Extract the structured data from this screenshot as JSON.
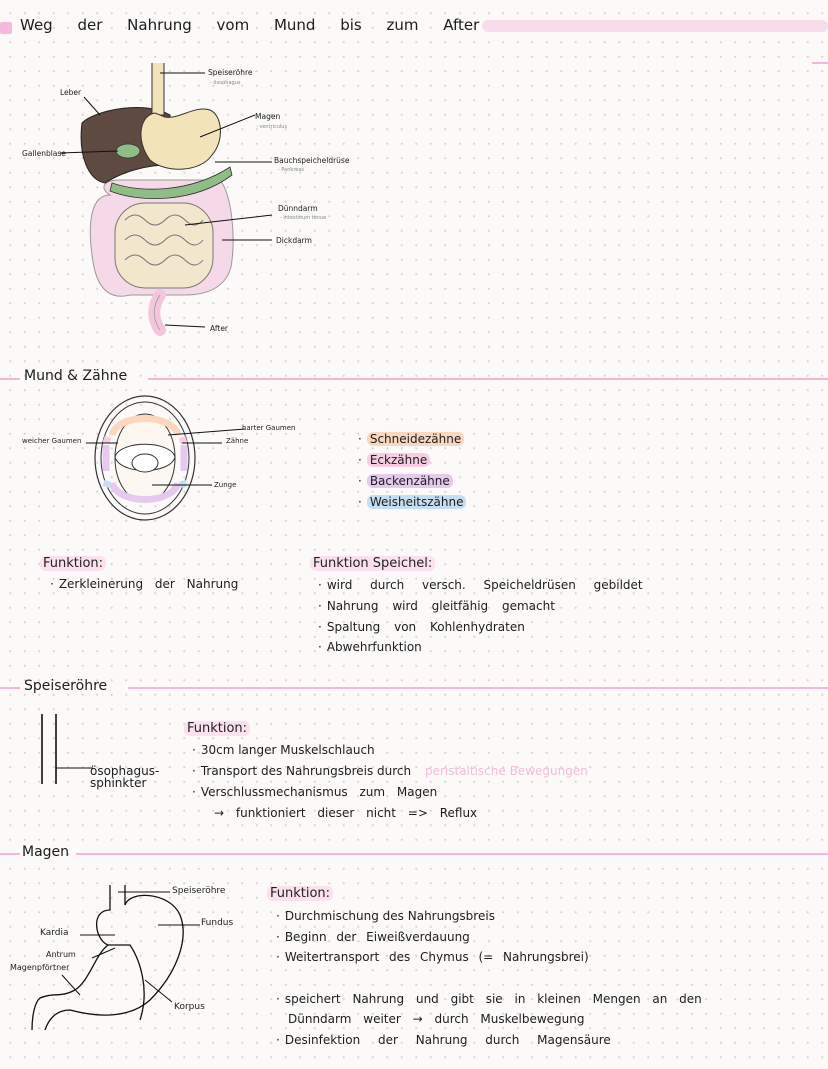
{
  "title": "Weg der Nahrung vom Mund bis zum After",
  "diagram1": {
    "esophagus": "Speiseröhre",
    "esophagus_latin": "- ösophagus",
    "liver": "Leber",
    "stomach": "Magen",
    "stomach_latin": "- ventriculus",
    "gallbladder": "Gallenblase",
    "pancreas": "Bauchspeicheldrüse",
    "pancreas_latin": "- Pankreas",
    "small_intestine": "Dünndarm",
    "small_intestine_latin": "- intestinum tenue",
    "large_intestine": "Dickdarm",
    "anus": "After"
  },
  "mouth": {
    "heading": "Mund & Zähne",
    "soft_palate": "weicher Gaumen",
    "hard_palate": "harter Gaumen",
    "teeth": "Zähne",
    "tongue": "Zunge",
    "teeth_types": [
      {
        "label": "Schneidezähne",
        "color": "#fbd7bf"
      },
      {
        "label": "Eckzähne",
        "color": "#f8cde4"
      },
      {
        "label": "Backenzähne",
        "color": "#e6c9ef"
      },
      {
        "label": "Weisheitszähne",
        "color": "#c5def3"
      }
    ],
    "function_title": "Funktion:",
    "function_items": [
      "Zerkleinerung der Nahrung"
    ],
    "saliva_title": "Funktion Speichel:",
    "saliva_items": [
      "wird durch versch. Speicheldrüsen gebildet",
      "Nahrung wird gleitfähig gemacht",
      "Spaltung von Kohlenhydraten",
      "Abwehrfunktion"
    ]
  },
  "esophagus": {
    "heading": "Speiseröhre",
    "sphincter": "ösophagus-\nsphinkter",
    "function_title": "Funktion:",
    "items": [
      "30cm langer Muskelschlauch",
      "Transport des Nahrungsbreis durch",
      "Verschlussmechanismus zum Magen"
    ],
    "peristaltic": "peristaltische Bewegungen",
    "reflux_note": "→ funktioniert dieser nicht => Reflux"
  },
  "stomach": {
    "heading": "Magen",
    "esophagus": "Speiseröhre",
    "fundus": "Fundus",
    "cardia": "Kardia",
    "antrum": "Antrum",
    "pylorus": "Magenpförtner",
    "corpus": "Korpus",
    "function_title": "Funktion:",
    "items": [
      "Durchmischung des Nahrungsbreis",
      "Beginn der Eiweißverdauung",
      "Weitertransport des Chymus (= Nahrungsbrei)"
    ],
    "store_line1": "speichert Nahrung und gibt sie in kleinen Mengen an den",
    "store_line2": "Dünndarm weiter → durch Muskelbewegung",
    "disinfect": "Desinfektion der Nahrung durch Magensäure"
  },
  "colors": {
    "accent_line": "#f2b7d9",
    "liver": "#5e4a40",
    "stomach": "#f3e3b8",
    "pancreas": "#8fbd86",
    "intestine": "#f6d9e8",
    "small_intestine": "#f2e6cc",
    "peristaltic": "#f3bcd9"
  }
}
